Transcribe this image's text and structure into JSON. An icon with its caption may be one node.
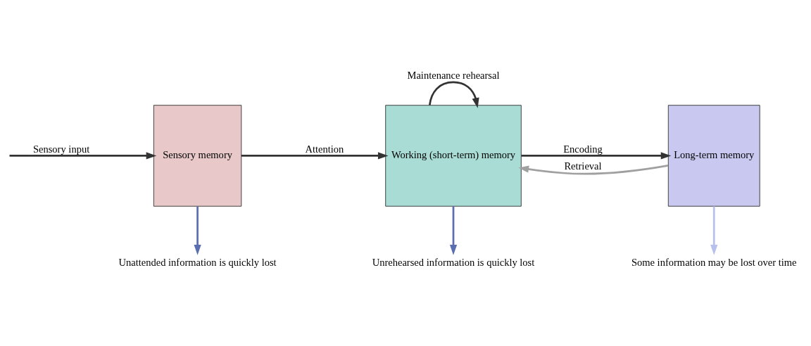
{
  "diagram": {
    "nodes": [
      {
        "text": [
          "Sensory memory"
        ]
      },
      {
        "text": [
          "Working (short-term) memory"
        ]
      },
      {
        "text": [
          "Long-term memory"
        ]
      },
      {
        "text": [
          "Unattended information is quickly lost"
        ]
      },
      {
        "text": [
          "Unrehearsed information is quickly lost"
        ]
      },
      {
        "text": [
          "Some information may be lost over time"
        ]
      }
    ],
    "edges": [
      {
        "from": null,
        "to": 0,
        "arrow": "to",
        "label": "Sensory input"
      },
      {
        "from": 0,
        "to": 1,
        "arrow": "to",
        "label": "Attention"
      },
      {
        "from": 1,
        "to": 1,
        "arrow": "to",
        "label": "Maintenance rehearsal"
      },
      {
        "from": 1,
        "to": 2,
        "arrow": "to",
        "label": "Encoding"
      },
      {
        "from": 2,
        "to": 1,
        "arrow": "to",
        "label": "Retrieval",
        "color": "#a0a0a0"
      },
      {
        "from": 0,
        "to": 3,
        "arrow": "to",
        "color": "#5a6eb0"
      },
      {
        "from": 1,
        "to": 4,
        "arrow": "to",
        "color": "#5a6eb0"
      },
      {
        "from": 2,
        "to": 5,
        "arrow": "to",
        "color": "#b8c0ee"
      }
    ]
  }
}
